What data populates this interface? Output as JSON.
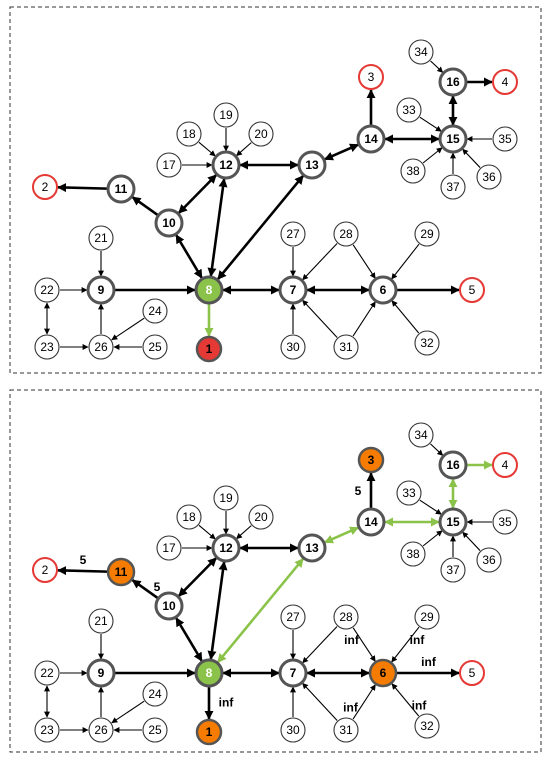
{
  "colors": {
    "plain_fill": "#ffffff",
    "plain_stroke": "#333333",
    "bold_stroke": "#555555",
    "target_stroke": "#e53935",
    "source_fill": "#8bc34a",
    "red_fill": "#e53935",
    "orange_fill": "#f57c00",
    "edge_black": "#000000",
    "edge_green": "#8bc34a"
  },
  "panels": [
    {
      "name": "top",
      "nodes": [
        {
          "id": "1",
          "style": "red"
        },
        {
          "id": "2",
          "style": "target"
        },
        {
          "id": "3",
          "style": "target"
        },
        {
          "id": "4",
          "style": "target"
        },
        {
          "id": "5",
          "style": "target"
        },
        {
          "id": "6",
          "style": "bold"
        },
        {
          "id": "7",
          "style": "bold"
        },
        {
          "id": "8",
          "style": "source"
        },
        {
          "id": "9",
          "style": "bold"
        },
        {
          "id": "10",
          "style": "bold"
        },
        {
          "id": "11",
          "style": "bold"
        },
        {
          "id": "12",
          "style": "bold"
        },
        {
          "id": "13",
          "style": "bold"
        },
        {
          "id": "14",
          "style": "bold"
        },
        {
          "id": "15",
          "style": "bold"
        },
        {
          "id": "16",
          "style": "bold"
        },
        {
          "id": "17",
          "style": "plain"
        },
        {
          "id": "18",
          "style": "plain"
        },
        {
          "id": "19",
          "style": "plain"
        },
        {
          "id": "20",
          "style": "plain"
        },
        {
          "id": "21",
          "style": "plain"
        },
        {
          "id": "22",
          "style": "plain"
        },
        {
          "id": "23",
          "style": "plain"
        },
        {
          "id": "24",
          "style": "plain"
        },
        {
          "id": "25",
          "style": "plain"
        },
        {
          "id": "26",
          "style": "plain"
        },
        {
          "id": "27",
          "style": "plain"
        },
        {
          "id": "28",
          "style": "plain"
        },
        {
          "id": "29",
          "style": "plain"
        },
        {
          "id": "30",
          "style": "plain"
        },
        {
          "id": "31",
          "style": "plain"
        },
        {
          "id": "32",
          "style": "plain"
        },
        {
          "id": "33",
          "style": "plain"
        },
        {
          "id": "34",
          "style": "plain"
        },
        {
          "id": "35",
          "style": "plain"
        },
        {
          "id": "36",
          "style": "plain"
        },
        {
          "id": "37",
          "style": "plain"
        },
        {
          "id": "38",
          "style": "plain"
        }
      ],
      "edges": [
        {
          "from": "8",
          "to": "1",
          "color": "green",
          "bold": true
        },
        {
          "from": "11",
          "to": "2",
          "bold": true
        },
        {
          "from": "14",
          "to": "3",
          "bold": true
        },
        {
          "from": "16",
          "to": "4",
          "bold": true
        },
        {
          "from": "6",
          "to": "5",
          "bold": true
        },
        {
          "from": "10",
          "to": "11",
          "bold": true
        },
        {
          "from": "10",
          "to": "12",
          "bidir": true,
          "bold": true
        },
        {
          "from": "12",
          "to": "8",
          "bidir": true,
          "bold": true
        },
        {
          "from": "10",
          "to": "8",
          "bidir": true,
          "bold": true
        },
        {
          "from": "12",
          "to": "13",
          "bidir": true,
          "bold": true
        },
        {
          "from": "13",
          "to": "8",
          "bidir": true,
          "bold": true
        },
        {
          "from": "13",
          "to": "14",
          "bidir": true,
          "bold": true
        },
        {
          "from": "14",
          "to": "15",
          "bidir": true,
          "bold": true
        },
        {
          "from": "15",
          "to": "16",
          "bidir": true,
          "bold": true
        },
        {
          "from": "9",
          "to": "8",
          "bold": true
        },
        {
          "from": "8",
          "to": "7",
          "bidir": true,
          "bold": true
        },
        {
          "from": "7",
          "to": "6",
          "bidir": true,
          "bold": true
        },
        {
          "from": "17",
          "to": "12"
        },
        {
          "from": "18",
          "to": "12"
        },
        {
          "from": "19",
          "to": "12"
        },
        {
          "from": "20",
          "to": "12"
        },
        {
          "from": "21",
          "to": "9"
        },
        {
          "from": "22",
          "to": "9"
        },
        {
          "from": "22",
          "to": "23",
          "bidir": true
        },
        {
          "from": "23",
          "to": "26"
        },
        {
          "from": "24",
          "to": "26"
        },
        {
          "from": "25",
          "to": "26"
        },
        {
          "from": "26",
          "to": "9"
        },
        {
          "from": "27",
          "to": "7"
        },
        {
          "from": "28",
          "to": "7"
        },
        {
          "from": "28",
          "to": "6"
        },
        {
          "from": "29",
          "to": "6"
        },
        {
          "from": "30",
          "to": "7"
        },
        {
          "from": "31",
          "to": "7"
        },
        {
          "from": "31",
          "to": "6"
        },
        {
          "from": "32",
          "to": "6"
        },
        {
          "from": "33",
          "to": "15"
        },
        {
          "from": "34",
          "to": "16"
        },
        {
          "from": "35",
          "to": "15"
        },
        {
          "from": "36",
          "to": "15"
        },
        {
          "from": "37",
          "to": "15"
        },
        {
          "from": "38",
          "to": "15"
        }
      ],
      "edge_labels": []
    },
    {
      "name": "bottom",
      "nodes": [
        {
          "id": "1",
          "style": "orange"
        },
        {
          "id": "2",
          "style": "target"
        },
        {
          "id": "3",
          "style": "orange"
        },
        {
          "id": "4",
          "style": "target"
        },
        {
          "id": "5",
          "style": "target"
        },
        {
          "id": "6",
          "style": "orange"
        },
        {
          "id": "7",
          "style": "bold"
        },
        {
          "id": "8",
          "style": "source"
        },
        {
          "id": "9",
          "style": "bold"
        },
        {
          "id": "10",
          "style": "bold"
        },
        {
          "id": "11",
          "style": "orange"
        },
        {
          "id": "12",
          "style": "bold"
        },
        {
          "id": "13",
          "style": "bold"
        },
        {
          "id": "14",
          "style": "bold"
        },
        {
          "id": "15",
          "style": "bold"
        },
        {
          "id": "16",
          "style": "bold"
        },
        {
          "id": "17",
          "style": "plain"
        },
        {
          "id": "18",
          "style": "plain"
        },
        {
          "id": "19",
          "style": "plain"
        },
        {
          "id": "20",
          "style": "plain"
        },
        {
          "id": "21",
          "style": "plain"
        },
        {
          "id": "22",
          "style": "plain"
        },
        {
          "id": "23",
          "style": "plain"
        },
        {
          "id": "24",
          "style": "plain"
        },
        {
          "id": "25",
          "style": "plain"
        },
        {
          "id": "26",
          "style": "plain"
        },
        {
          "id": "27",
          "style": "plain"
        },
        {
          "id": "28",
          "style": "plain"
        },
        {
          "id": "29",
          "style": "plain"
        },
        {
          "id": "30",
          "style": "plain"
        },
        {
          "id": "31",
          "style": "plain"
        },
        {
          "id": "32",
          "style": "plain"
        },
        {
          "id": "33",
          "style": "plain"
        },
        {
          "id": "34",
          "style": "plain"
        },
        {
          "id": "35",
          "style": "plain"
        },
        {
          "id": "36",
          "style": "plain"
        },
        {
          "id": "37",
          "style": "plain"
        },
        {
          "id": "38",
          "style": "plain"
        }
      ],
      "edges": [
        {
          "from": "8",
          "to": "1",
          "bold": true
        },
        {
          "from": "11",
          "to": "2",
          "bold": true
        },
        {
          "from": "14",
          "to": "3",
          "bold": true
        },
        {
          "from": "16",
          "to": "4",
          "color": "green",
          "bold": true
        },
        {
          "from": "6",
          "to": "5",
          "bold": true
        },
        {
          "from": "10",
          "to": "11",
          "bold": true
        },
        {
          "from": "10",
          "to": "12",
          "bidir": true,
          "bold": true
        },
        {
          "from": "12",
          "to": "8",
          "bidir": true,
          "bold": true
        },
        {
          "from": "10",
          "to": "8",
          "bidir": true,
          "bold": true
        },
        {
          "from": "12",
          "to": "13",
          "bidir": true,
          "bold": true
        },
        {
          "from": "13",
          "to": "8",
          "bidir": true,
          "color": "green",
          "bold": true
        },
        {
          "from": "13",
          "to": "14",
          "bidir": true,
          "color": "green",
          "bold": true
        },
        {
          "from": "14",
          "to": "15",
          "bidir": true,
          "color": "green",
          "bold": true
        },
        {
          "from": "15",
          "to": "16",
          "bidir": true,
          "color": "green",
          "bold": true
        },
        {
          "from": "9",
          "to": "8",
          "bold": true
        },
        {
          "from": "8",
          "to": "7",
          "bidir": true,
          "bold": true
        },
        {
          "from": "7",
          "to": "6",
          "bidir": true,
          "bold": true
        },
        {
          "from": "17",
          "to": "12"
        },
        {
          "from": "18",
          "to": "12"
        },
        {
          "from": "19",
          "to": "12"
        },
        {
          "from": "20",
          "to": "12"
        },
        {
          "from": "21",
          "to": "9"
        },
        {
          "from": "22",
          "to": "9"
        },
        {
          "from": "22",
          "to": "23",
          "bidir": true
        },
        {
          "from": "23",
          "to": "26"
        },
        {
          "from": "24",
          "to": "26"
        },
        {
          "from": "25",
          "to": "26"
        },
        {
          "from": "26",
          "to": "9"
        },
        {
          "from": "27",
          "to": "7"
        },
        {
          "from": "28",
          "to": "7"
        },
        {
          "from": "28",
          "to": "6"
        },
        {
          "from": "29",
          "to": "6"
        },
        {
          "from": "30",
          "to": "7"
        },
        {
          "from": "31",
          "to": "7"
        },
        {
          "from": "31",
          "to": "6"
        },
        {
          "from": "32",
          "to": "6"
        },
        {
          "from": "33",
          "to": "15"
        },
        {
          "from": "34",
          "to": "16"
        },
        {
          "from": "35",
          "to": "15"
        },
        {
          "from": "36",
          "to": "15"
        },
        {
          "from": "37",
          "to": "15"
        },
        {
          "from": "38",
          "to": "15"
        }
      ],
      "edge_labels": [
        {
          "text": "5",
          "ref": "11-2"
        },
        {
          "text": "5",
          "ref": "10-11"
        },
        {
          "text": "5",
          "ref": "14-3"
        },
        {
          "text": "inf",
          "ref": "8-1"
        },
        {
          "text": "inf",
          "ref": "28-6"
        },
        {
          "text": "inf",
          "ref": "29-6"
        },
        {
          "text": "inf",
          "ref": "6-5"
        },
        {
          "text": "inf",
          "ref": "31-6"
        },
        {
          "text": "inf",
          "ref": "32-6"
        }
      ]
    }
  ]
}
